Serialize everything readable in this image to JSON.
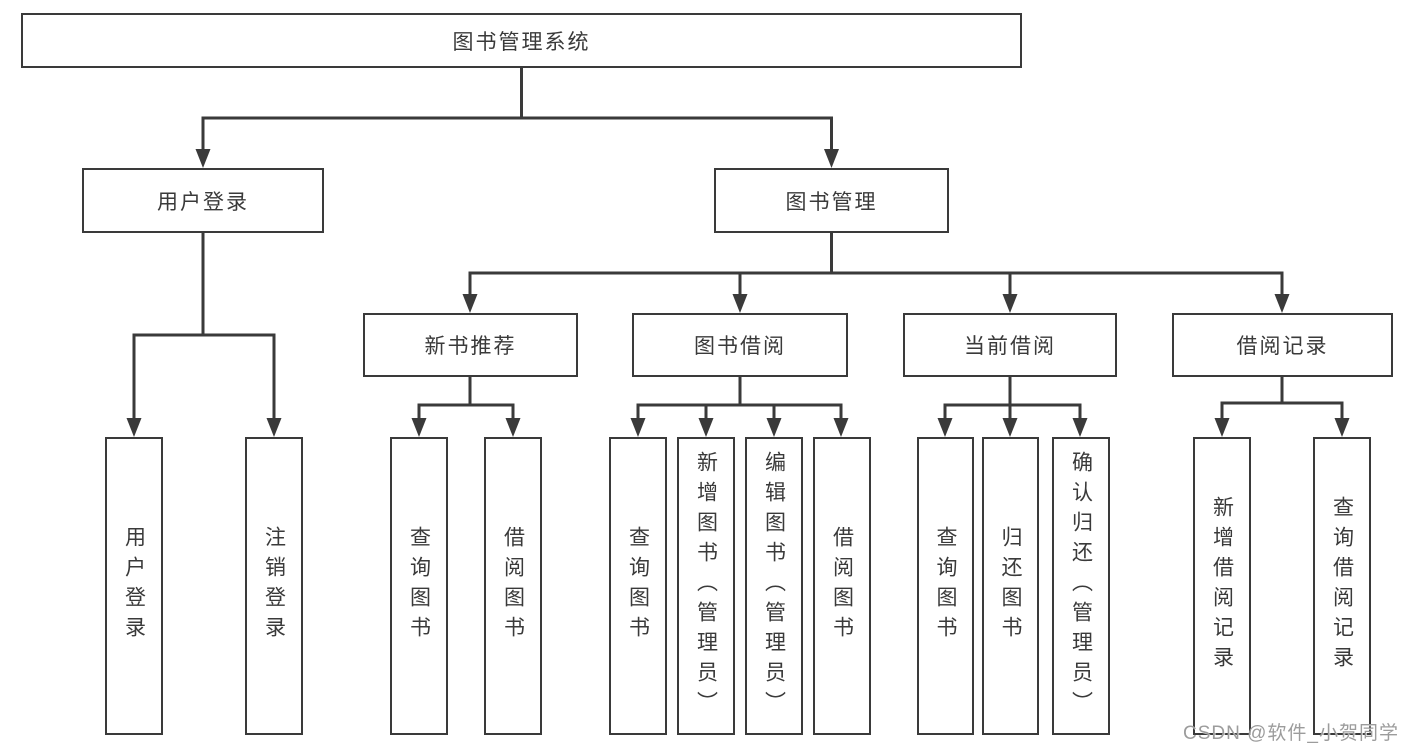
{
  "colors": {
    "line": "#3a3a3a",
    "box_border": "#3a3a3a",
    "text": "#3a3a3a",
    "background": "#ffffff",
    "watermark": "#9c9c9c"
  },
  "tree": {
    "label": "图书管理系统",
    "children": [
      {
        "label": "用户登录",
        "children": [
          {
            "label": "用户登录"
          },
          {
            "label": "注销登录"
          }
        ]
      },
      {
        "label": "图书管理",
        "children": [
          {
            "label": "新书推荐",
            "children": [
              {
                "label": "查询图书"
              },
              {
                "label": "借阅图书"
              }
            ]
          },
          {
            "label": "图书借阅",
            "children": [
              {
                "label": "查询图书"
              },
              {
                "label": "新增图书（管理员）"
              },
              {
                "label": "编辑图书（管理员）"
              },
              {
                "label": "借阅图书"
              }
            ]
          },
          {
            "label": "当前借阅",
            "children": [
              {
                "label": "查询图书"
              },
              {
                "label": "归还图书"
              },
              {
                "label": "确认归还（管理员）"
              }
            ]
          },
          {
            "label": "借阅记录",
            "children": [
              {
                "label": "新增借阅记录"
              },
              {
                "label": "查询借阅记录"
              }
            ]
          }
        ]
      }
    ]
  },
  "watermark": {
    "text": "CSDN @软件_小贺同学"
  }
}
